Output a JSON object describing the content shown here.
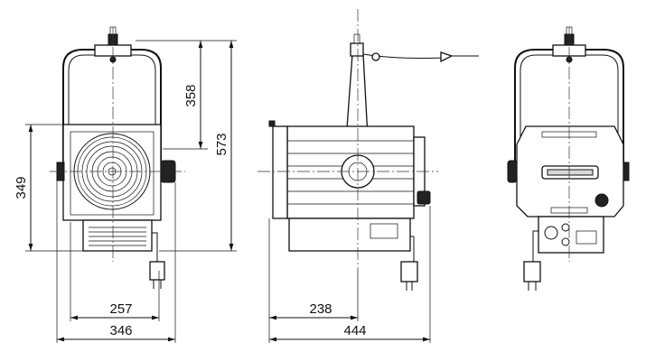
{
  "dimensions": {
    "front_yoke_height": "358",
    "front_total_height": "573",
    "front_body_height": "349",
    "front_body_width": "257",
    "front_total_width": "346",
    "side_lens_to_yoke": "238",
    "side_total_length": "444"
  }
}
